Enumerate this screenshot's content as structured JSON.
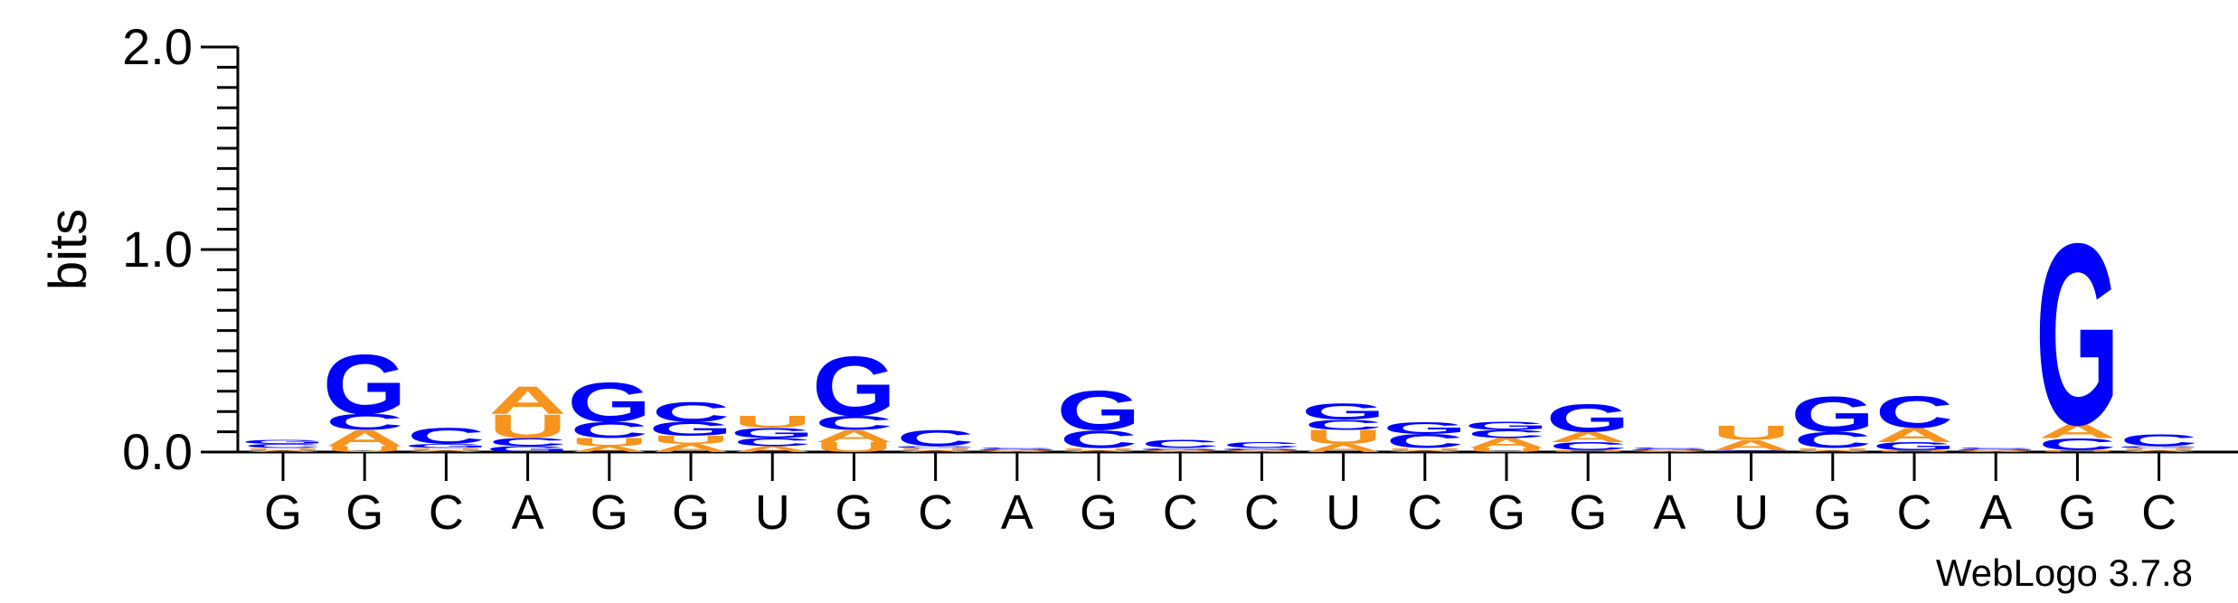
{
  "chart_data": {
    "type": "sequence-logo",
    "ylabel": "bits",
    "ylim": [
      0,
      2.0
    ],
    "yticks": [
      "0.0",
      "1.0",
      "2.0"
    ],
    "categories": [
      "G",
      "G",
      "C",
      "A",
      "G",
      "G",
      "U",
      "G",
      "C",
      "A",
      "G",
      "C",
      "C",
      "U",
      "C",
      "G",
      "G",
      "A",
      "U",
      "G",
      "C",
      "A",
      "G",
      "C"
    ],
    "colors": {
      "A": "#f7941d",
      "U": "#f7941d",
      "G": "#0000ff",
      "C": "#0000ff"
    },
    "positions": [
      [
        [
          "A",
          0.01
        ],
        [
          "U",
          0.01
        ],
        [
          "C",
          0.02
        ],
        [
          "G",
          0.02
        ]
      ],
      [
        [
          "U",
          0.03
        ],
        [
          "A",
          0.08
        ],
        [
          "C",
          0.08
        ],
        [
          "G",
          0.3
        ]
      ],
      [
        [
          "A",
          0.01
        ],
        [
          "U",
          0.01
        ],
        [
          "G",
          0.02
        ],
        [
          "C",
          0.08
        ]
      ],
      [
        [
          "G",
          0.03
        ],
        [
          "C",
          0.04
        ],
        [
          "U",
          0.12
        ],
        [
          "A",
          0.14
        ]
      ],
      [
        [
          "A",
          0.03
        ],
        [
          "U",
          0.04
        ],
        [
          "C",
          0.08
        ],
        [
          "G",
          0.2
        ]
      ],
      [
        [
          "A",
          0.04
        ],
        [
          "U",
          0.04
        ],
        [
          "G",
          0.07
        ],
        [
          "C",
          0.1
        ]
      ],
      [
        [
          "A",
          0.03
        ],
        [
          "C",
          0.04
        ],
        [
          "G",
          0.05
        ],
        [
          "U",
          0.06
        ]
      ],
      [
        [
          "U",
          0.05
        ],
        [
          "A",
          0.06
        ],
        [
          "C",
          0.07
        ],
        [
          "G",
          0.3
        ]
      ],
      [
        [
          "A",
          0.01
        ],
        [
          "U",
          0.01
        ],
        [
          "G",
          0.01
        ],
        [
          "C",
          0.08
        ]
      ],
      [
        [
          "A",
          0.005
        ],
        [
          "U",
          0.005
        ],
        [
          "G",
          0.005
        ],
        [
          "C",
          0.005
        ]
      ],
      [
        [
          "A",
          0.01
        ],
        [
          "U",
          0.01
        ],
        [
          "C",
          0.09
        ],
        [
          "G",
          0.2
        ]
      ],
      [
        [
          "A",
          0.005
        ],
        [
          "U",
          0.005
        ],
        [
          "G",
          0.01
        ],
        [
          "C",
          0.04
        ]
      ],
      [
        [
          "A",
          0.005
        ],
        [
          "U",
          0.005
        ],
        [
          "G",
          0.01
        ],
        [
          "C",
          0.03
        ]
      ],
      [
        [
          "A",
          0.04
        ],
        [
          "U",
          0.07
        ],
        [
          "C",
          0.05
        ],
        [
          "G",
          0.08
        ]
      ],
      [
        [
          "A",
          0.01
        ],
        [
          "U",
          0.01
        ],
        [
          "C",
          0.07
        ],
        [
          "G",
          0.06
        ]
      ],
      [
        [
          "U",
          0.02
        ],
        [
          "A",
          0.05
        ],
        [
          "C",
          0.04
        ],
        [
          "G",
          0.04
        ]
      ],
      [
        [
          "U",
          0.01
        ],
        [
          "C",
          0.04
        ],
        [
          "A",
          0.05
        ],
        [
          "G",
          0.14
        ]
      ],
      [
        [
          "A",
          0.005
        ],
        [
          "U",
          0.005
        ],
        [
          "G",
          0.005
        ],
        [
          "C",
          0.005
        ]
      ],
      [
        [
          "C",
          0.01
        ],
        [
          "A",
          0.05
        ],
        [
          "U",
          0.07
        ]
      ],
      [
        [
          "A",
          0.01
        ],
        [
          "U",
          0.01
        ],
        [
          "C",
          0.08
        ],
        [
          "G",
          0.18
        ]
      ],
      [
        [
          "U",
          0.01
        ],
        [
          "G",
          0.04
        ],
        [
          "A",
          0.07
        ],
        [
          "C",
          0.16
        ]
      ],
      [
        [
          "A",
          0.005
        ],
        [
          "U",
          0.005
        ],
        [
          "G",
          0.005
        ],
        [
          "C",
          0.005
        ]
      ],
      [
        [
          "U",
          0.01
        ],
        [
          "C",
          0.06
        ],
        [
          "A",
          0.07
        ],
        [
          "G",
          0.92
        ]
      ],
      [
        [
          "A",
          0.01
        ],
        [
          "U",
          0.01
        ],
        [
          "G",
          0.01
        ],
        [
          "C",
          0.06
        ]
      ]
    ]
  },
  "credit": "WebLogo 3.7.8"
}
